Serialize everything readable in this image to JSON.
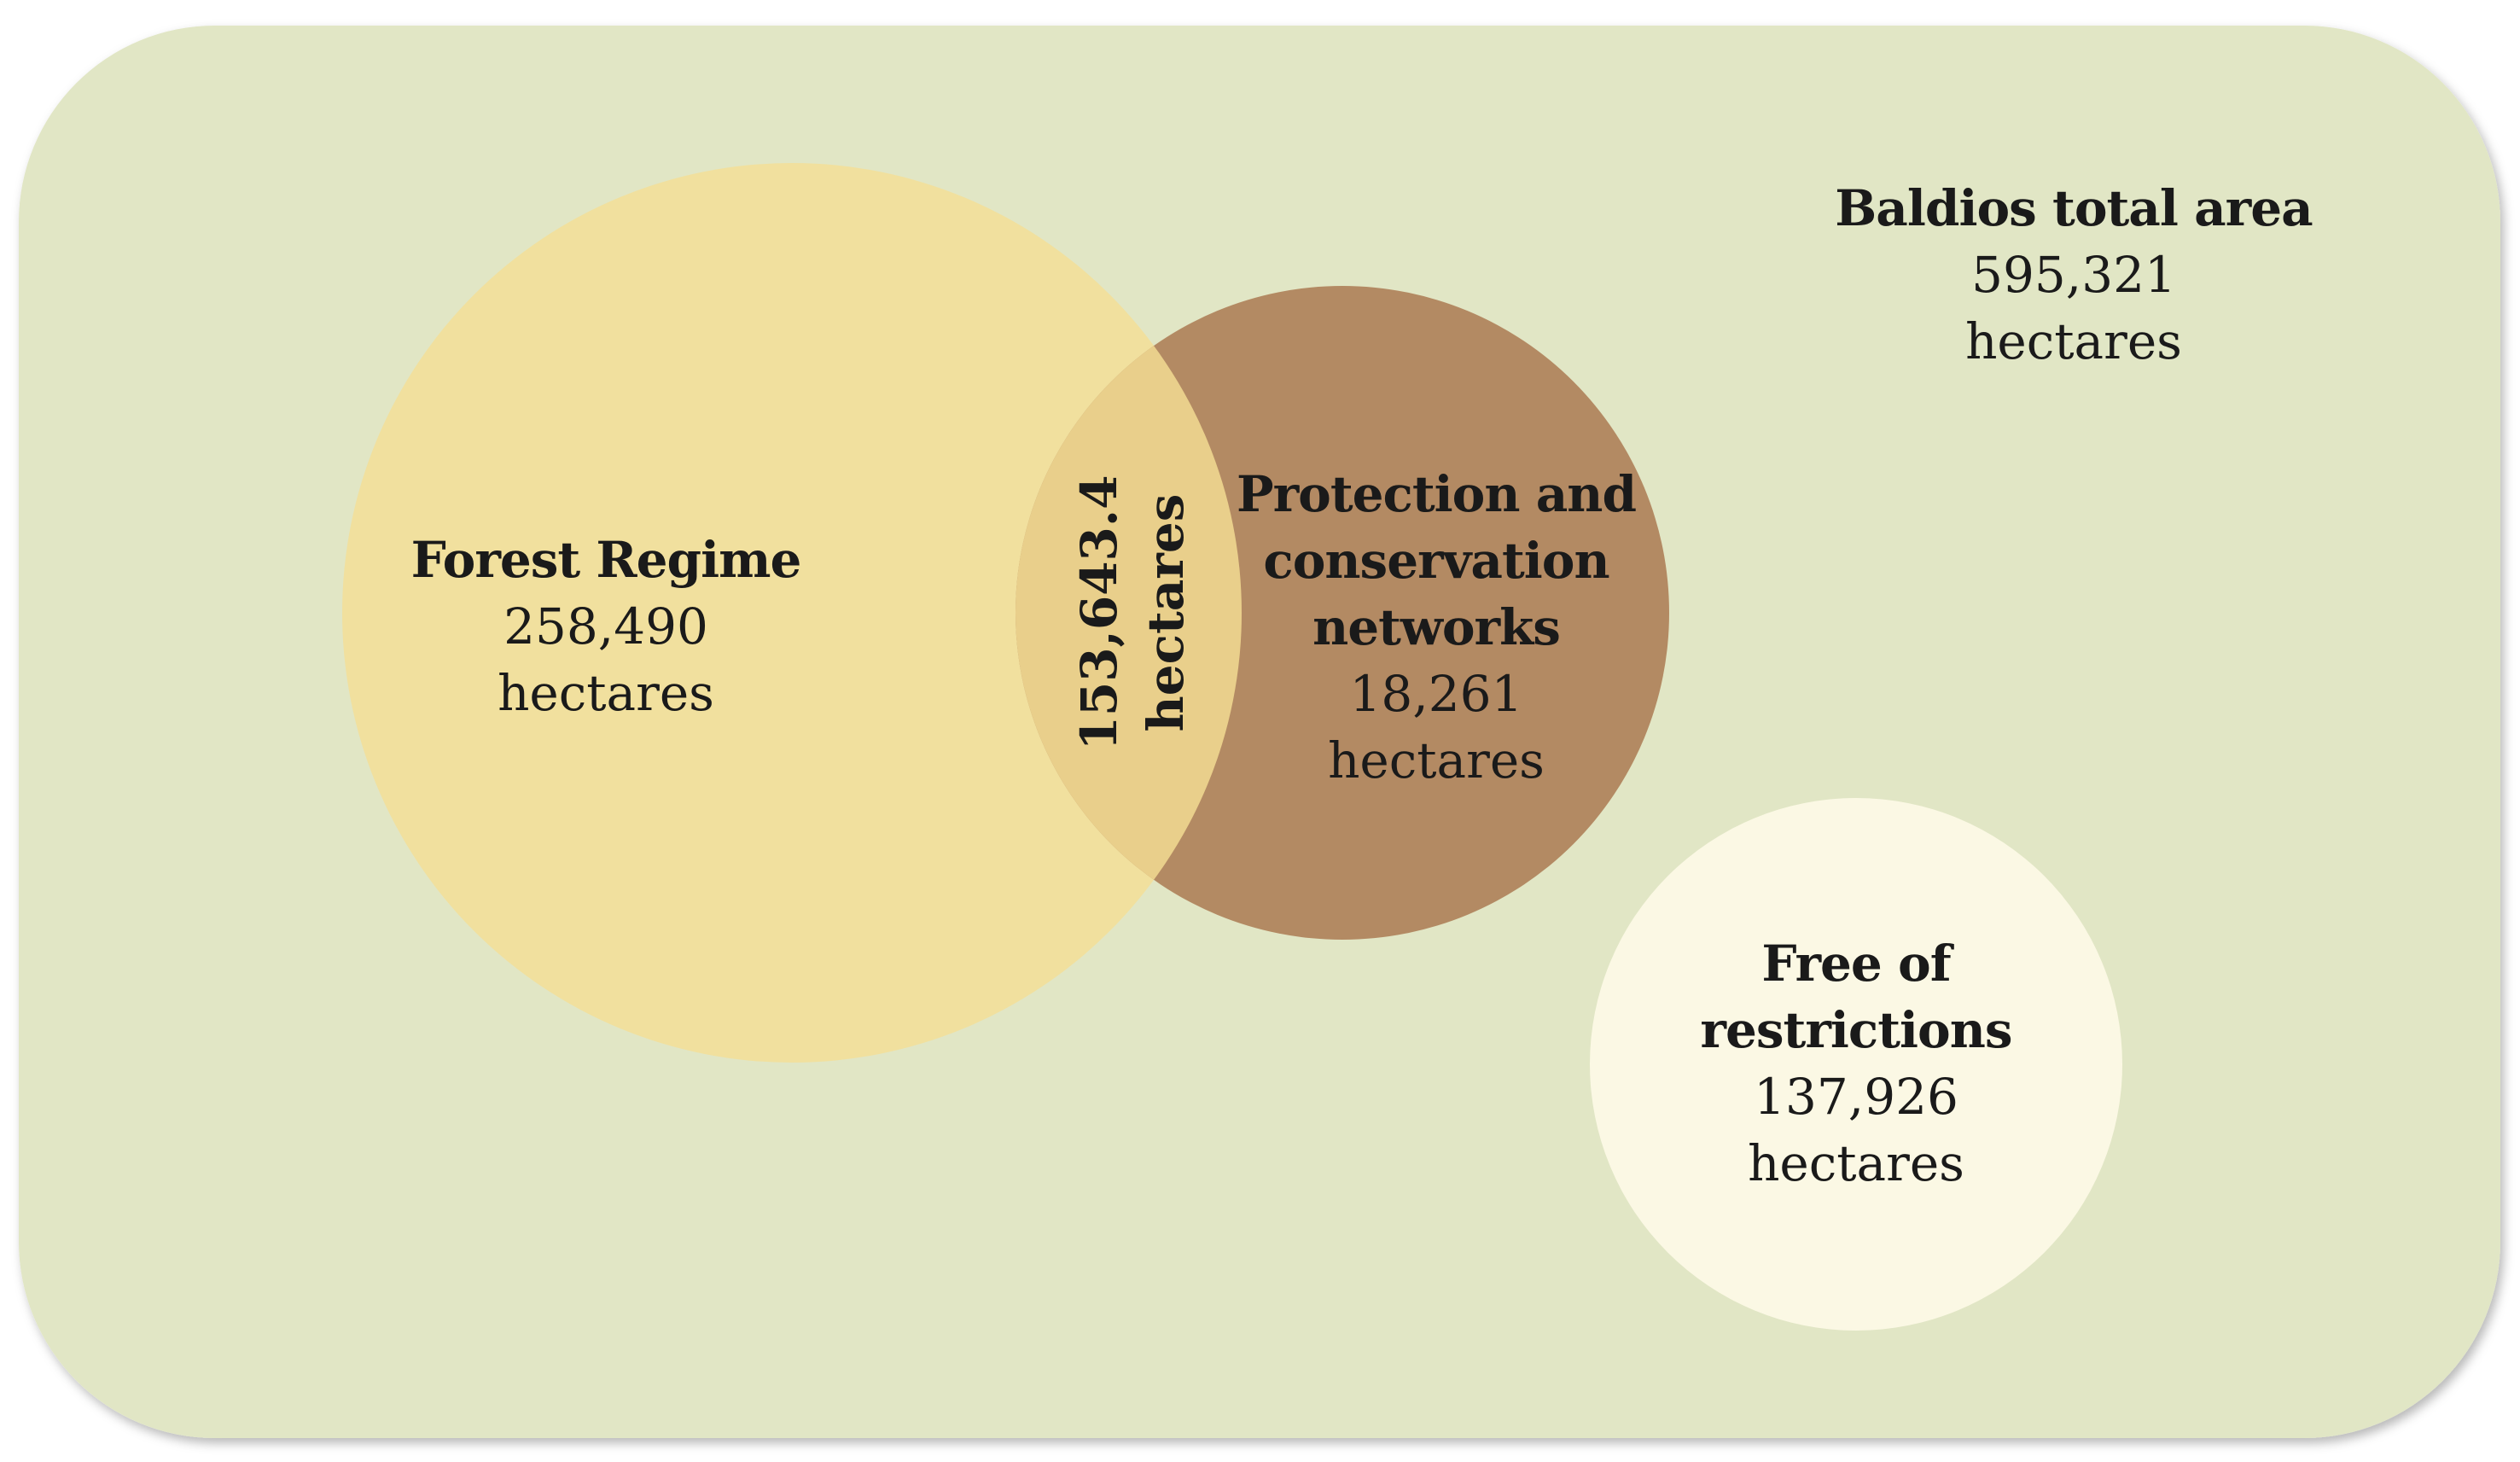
{
  "colors": {
    "background": "#e1e6c5",
    "forest": "#f1e09e",
    "protection": "#b38a63",
    "overlap": "#e9cf8b",
    "free": "#fbf8e4"
  },
  "total": {
    "title": "Baldios total area",
    "value": "595,321",
    "unit": "hectares"
  },
  "forest": {
    "title": "Forest Regime",
    "value": "258,490",
    "unit": "hectares"
  },
  "protection": {
    "title_line1": "Protection and",
    "title_line2": "conservation",
    "title_line3": "networks",
    "value": "18,261",
    "unit": "hectares"
  },
  "overlap": {
    "value": "153,643.4",
    "unit": "hectares"
  },
  "free": {
    "title_line1": "Free of",
    "title_line2": "restrictions",
    "value": "137,926",
    "unit": "hectares"
  }
}
